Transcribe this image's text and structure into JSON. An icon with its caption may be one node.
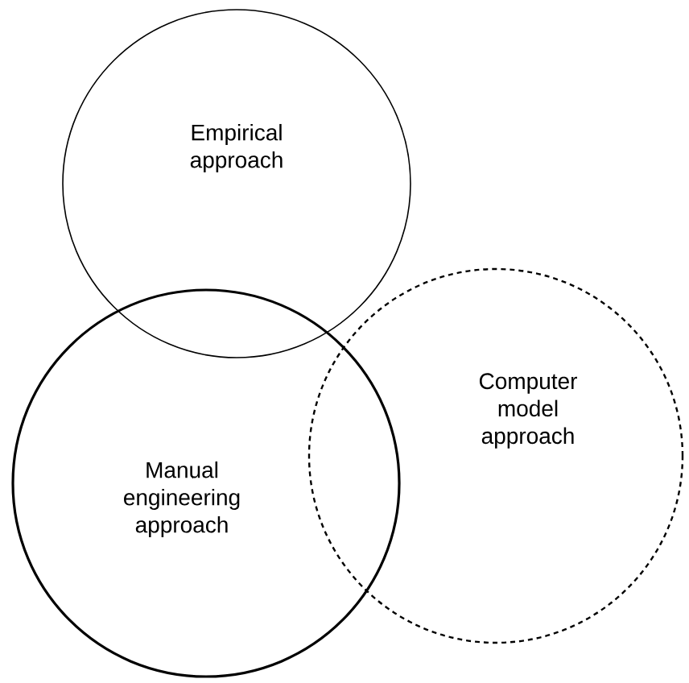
{
  "diagram": {
    "nodes": [
      {
        "text": [
          "Empirical approach"
        ]
      },
      {
        "text": [
          "Computer model approach"
        ]
      },
      {
        "text": [
          "Manual engineering approach"
        ]
      }
    ]
  }
}
